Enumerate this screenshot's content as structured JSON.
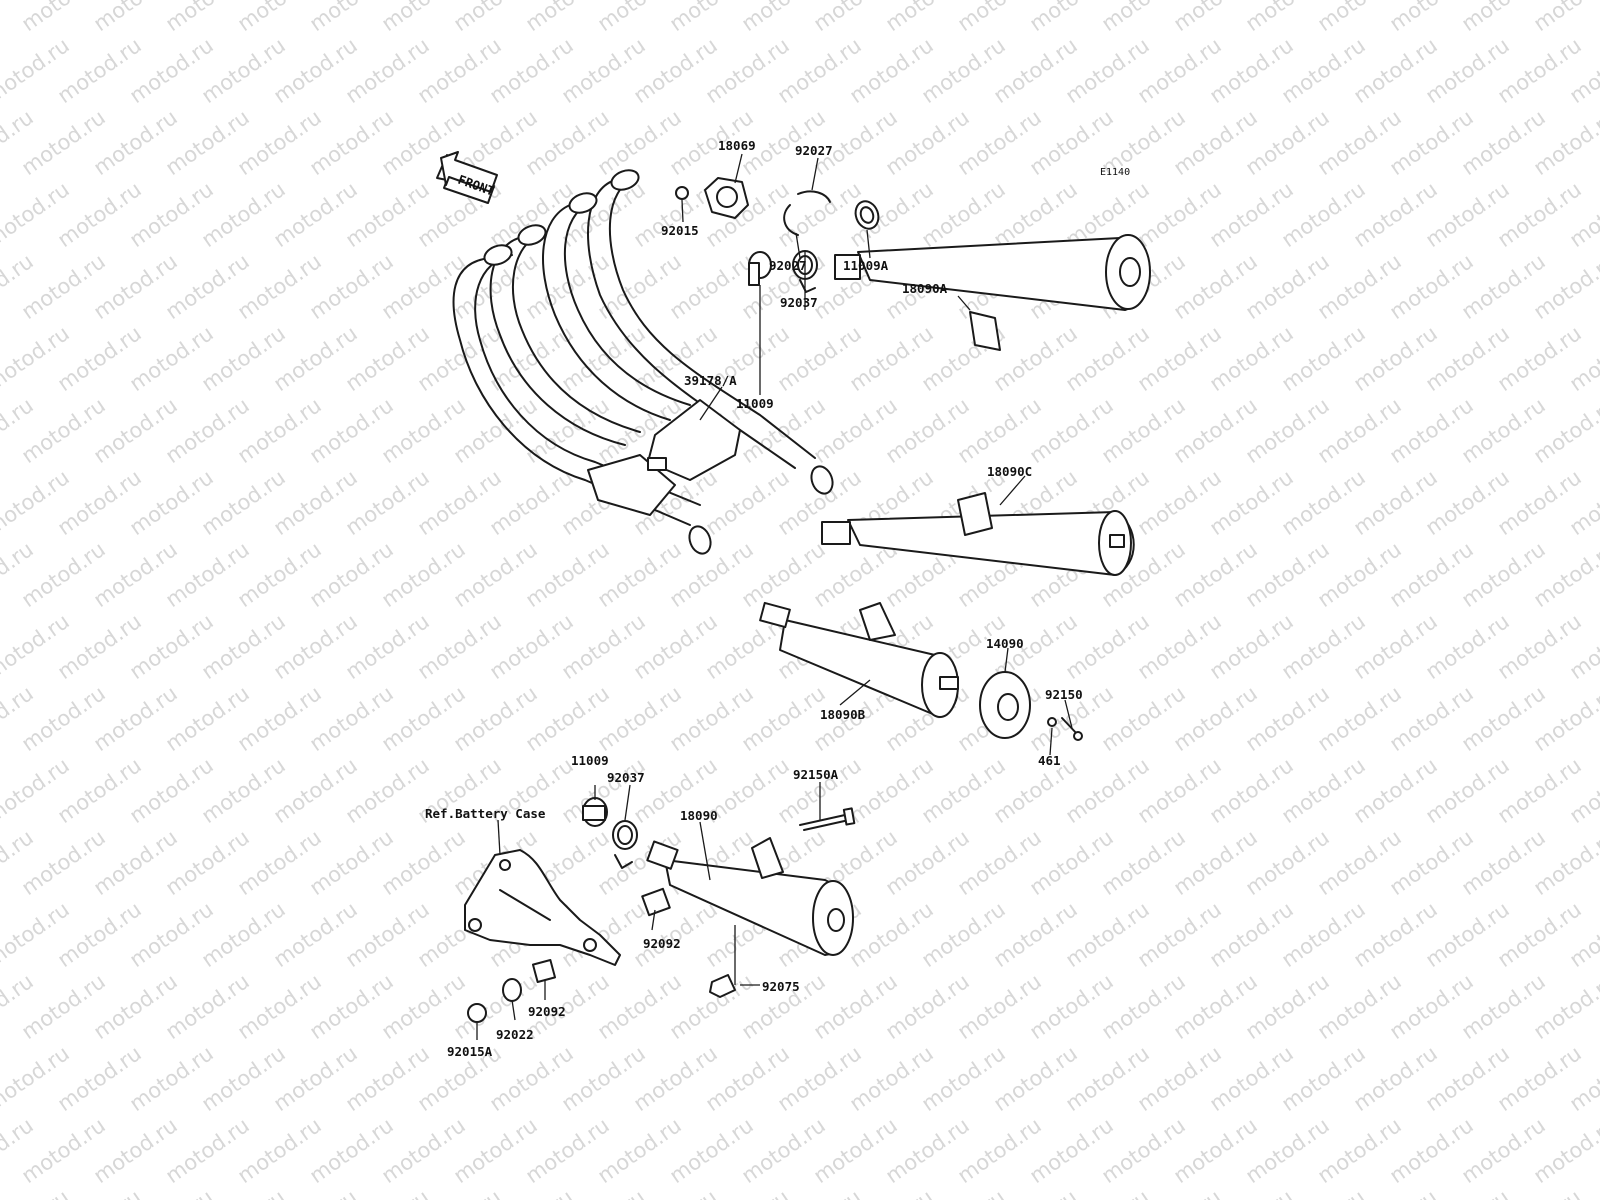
{
  "diagram_code": "E1140",
  "front_arrow_label": "FRONT",
  "watermark": "motod.ru",
  "callouts": {
    "p18069": "18069",
    "p92027_top": "92027",
    "p92015": "92015",
    "p92027_bottom": "92027",
    "p11009A": "11009A",
    "p92037_top": "92037",
    "p18090A": "18090A",
    "p39178A": "39178/A",
    "p11009_top": "11009",
    "p18090C": "18090C",
    "p14090": "14090",
    "p92150": "92150",
    "p18090B": "18090B",
    "p461": "461",
    "p11009_bottom": "11009",
    "p92037_bottom": "92037",
    "p92150A": "92150A",
    "ref_battery_case": "Ref.Battery Case",
    "p18090": "18090",
    "p92092_right": "92092",
    "p92075": "92075",
    "p92092_left": "92092",
    "p92022": "92022",
    "p92015A": "92015A"
  }
}
